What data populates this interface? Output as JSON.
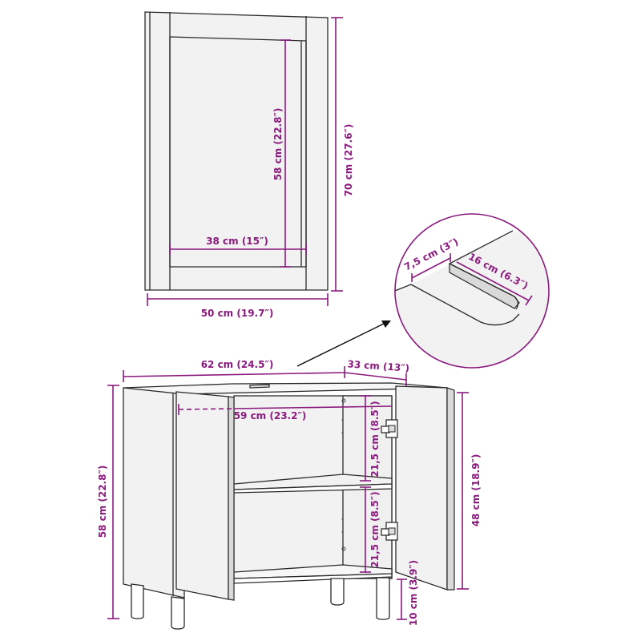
{
  "diagram": {
    "title": "Bathroom sink cabinet with mirror cabinet door - dimension drawing",
    "accent_color": "#8b1a7e",
    "line_color": "#2a2a2a",
    "panel_color": "#f2f2f2",
    "door_panel": {
      "width_label": "50 cm (19.7″)",
      "height_label": "70 cm (27.6″)",
      "inner_width_label": "38 cm (15″)",
      "inner_height_label": "58 cm (22.8″)"
    },
    "cutout_detail": {
      "depth_label": "7,5 cm (3″)",
      "length_label": "16 cm (6.3″)"
    },
    "cabinet": {
      "width_label": "62 cm (24.5″)",
      "depth_label": "33 cm (13″)",
      "inner_width_label": "59 cm (23.2″)",
      "height_label": "58 cm (22.8″)",
      "door_height_label": "48 cm (18.9″)",
      "upper_compartment_label": "21,5 cm (8.5″)",
      "lower_compartment_label": "21,5 cm (8.5″)",
      "leg_height_label": "10 cm (3.9″)"
    }
  }
}
